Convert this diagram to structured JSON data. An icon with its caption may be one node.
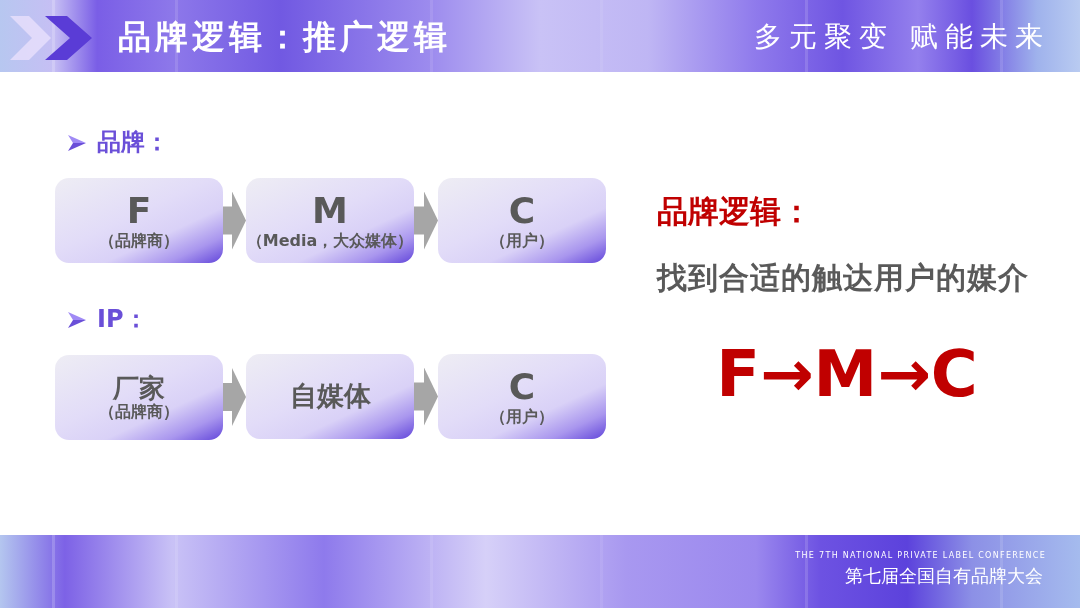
{
  "diagram": {
    "title": "品牌逻辑：推广逻辑",
    "nodes": [
      {
        "text": [
          "F",
          "（品牌商）"
        ]
      },
      {
        "text": [
          "M",
          "（Media，大众媒体）"
        ]
      },
      {
        "text": [
          "C",
          "（用户）"
        ]
      },
      {
        "text": [
          "厂家",
          "（品牌商）"
        ]
      },
      {
        "text": [
          "自媒体"
        ]
      },
      {
        "text": [
          "C",
          "（用户）"
        ]
      }
    ],
    "edges": [
      {
        "from": 0,
        "to": 1,
        "arrow": "to"
      },
      {
        "from": 1,
        "to": 2,
        "arrow": "to"
      },
      {
        "from": 3,
        "to": 4,
        "arrow": "to"
      },
      {
        "from": 4,
        "to": 5,
        "arrow": "to"
      }
    ],
    "labels": [
      "多元聚变 赋能未来",
      "品牌：",
      "IP：",
      "品牌逻辑：",
      "找到合适的触达用户的媒介",
      "F→M→C",
      "THE 7TH NATIONAL PRIVATE LABEL CONFERENCE",
      "第七届全国自有品牌大会"
    ]
  }
}
